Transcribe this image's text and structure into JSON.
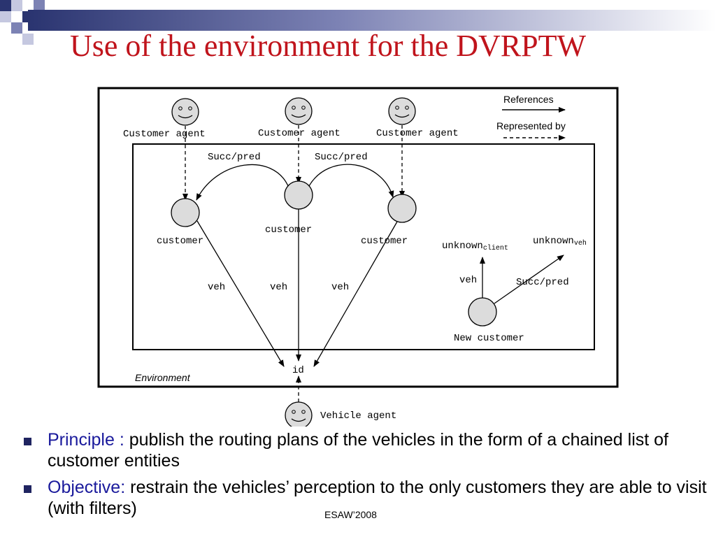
{
  "title": "Use of the environment for the DVRPTW",
  "legend": {
    "references": "References",
    "represented_by": "Represented by"
  },
  "diagram": {
    "agent_label": "Customer agent",
    "customer_label": "customer",
    "succ_pred": "Succ/pred",
    "veh": "veh",
    "unknown": "unknown",
    "client_sub": "client",
    "veh_sub": "veh",
    "new_customer": "New customer",
    "id": "id",
    "environment": "Environment",
    "vehicle_agent": "Vehicle agent"
  },
  "bullets": [
    {
      "key": "Principle :",
      "text": " publish the routing plans of the vehicles in the form of a chained list of customer entities"
    },
    {
      "key": "Objective:",
      "text": " restrain the vehicles’ perception to the only customers they are able to visit (with filters)"
    }
  ],
  "footer": "ESAW’2008"
}
